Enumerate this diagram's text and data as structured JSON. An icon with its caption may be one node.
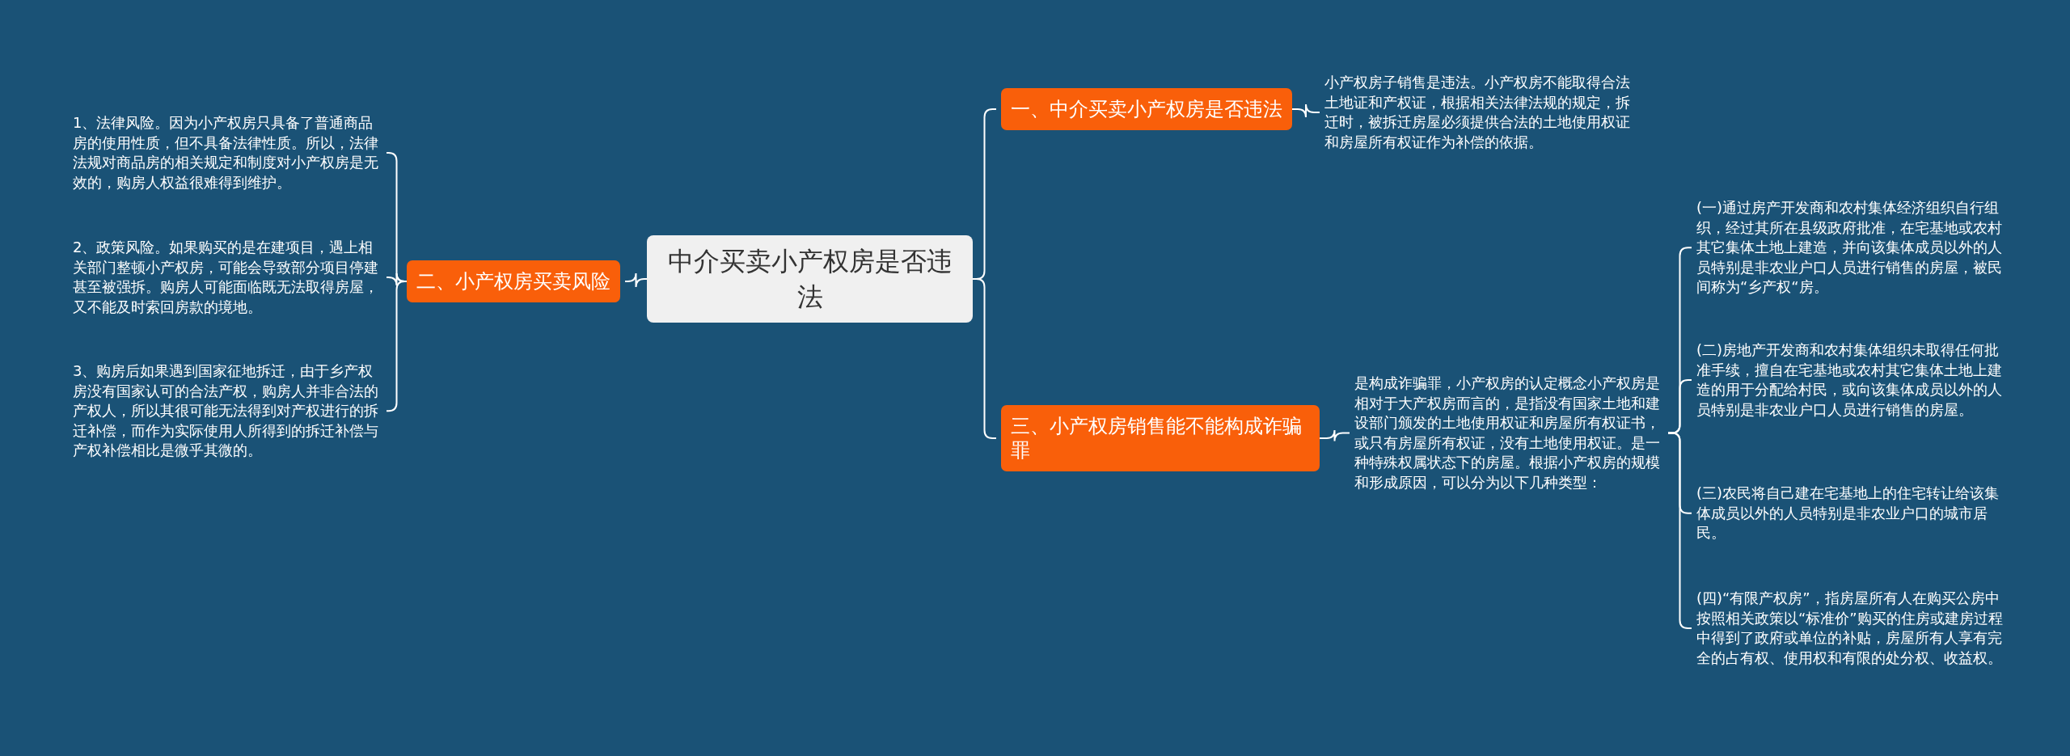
{
  "diagram": {
    "nodes": [
      {
        "text": [
          "中介买卖小产权房是否违法"
        ]
      },
      {
        "text": [
          "一、中介买卖小产权房是否违法"
        ]
      },
      {
        "text": [
          "小产权房子销售是违法。小产权房不能取得合法土地证和产权证，根据相关法律法规的规定，拆迁时，被拆迁房屋必须提供合法的土地使用权证和房屋所有权证作为补偿的依据。"
        ]
      },
      {
        "text": [
          "二、小产权房买卖风险"
        ]
      },
      {
        "text": [
          "1、法律风险。因为小产权房只具备了普通商品房的使用性质，但不具备法律性质。所以，法律法规对商品房的相关规定和制度对小产权房是无效的，购房人权益很难得到维护。"
        ]
      },
      {
        "text": [
          "2、政策风险。如果购买的是在建项目，遇上相关部门整顿小产权房，可能会导致部分项目停建甚至被强拆。购房人可能面临既无法取得房屋，又不能及时索回房款的境地。"
        ]
      },
      {
        "text": [
          "3、购房后如果遇到国家征地拆迁，由于乡产权房没有国家认可的合法产权，购房人并非合法的产权人，所以其很可能无法得到对产权进行的拆迁补偿，而作为实际使用人所得到的拆迁补偿与产权补偿相比是微乎其微的。"
        ]
      },
      {
        "text": [
          "三、小产权房销售能不能构成诈骗罪"
        ]
      },
      {
        "text": [
          "是构成诈骗罪，小产权房的认定概念小产权房是相对于大产权房而言的，是指没有国家土地和建设部门颁发的土地使用权证和房屋所有权证书，或只有房屋所有权证，没有土地使用权证。是一种特殊权属状态下的房屋。根据小产权房的规模和形成原因，可以分为以下几种类型："
        ]
      },
      {
        "text": [
          "(一)通过房产开发商和农村集体经济组织自行组织，经过其所在县级政府批准，在宅基地或农村其它集体土地上建造，并向该集体成员以外的人员特别是非农业户口人员进行销售的房屋，被民间称为“乡产权“房。"
        ]
      },
      {
        "text": [
          "(二)房地产开发商和农村集体组织未取得任何批准手续，擅自在宅基地或农村其它集体土地上建造的用于分配给村民，或向该集体成员以外的人员特别是非农业户口人员进行销售的房屋。"
        ]
      },
      {
        "text": [
          "(三)农民将自己建在宅基地上的住宅转让给该集体成员以外的人员特别是非农业户口的城市居民。"
        ]
      },
      {
        "text": [
          "(四)“有限产权房”，指房屋所有人在购买公房中按照相关政策以“标准价”购买的住房或建房过程中得到了政府或单位的补贴，房屋所有人享有完全的占有权、使用权和有限的处分权、收益权。"
        ]
      }
    ],
    "edges": [
      {
        "from": 0,
        "to": 1,
        "arrow": "none"
      },
      {
        "from": 1,
        "to": 2,
        "arrow": "none"
      },
      {
        "from": 0,
        "to": 3,
        "arrow": "none"
      },
      {
        "from": 3,
        "to": 4,
        "arrow": "none"
      },
      {
        "from": 3,
        "to": 5,
        "arrow": "none"
      },
      {
        "from": 3,
        "to": 6,
        "arrow": "none"
      },
      {
        "from": 0,
        "to": 7,
        "arrow": "none"
      },
      {
        "from": 7,
        "to": 8,
        "arrow": "none"
      },
      {
        "from": 8,
        "to": 9,
        "arrow": "none"
      },
      {
        "from": 8,
        "to": 10,
        "arrow": "none"
      },
      {
        "from": 8,
        "to": 11,
        "arrow": "none"
      },
      {
        "from": 8,
        "to": 12,
        "arrow": "none"
      }
    ]
  }
}
